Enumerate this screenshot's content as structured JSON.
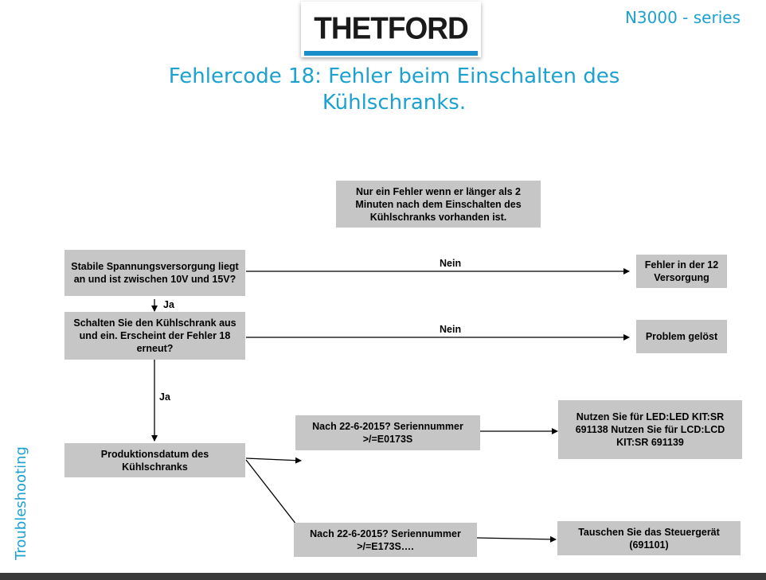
{
  "header": {
    "logo_text": "THETFORD",
    "series": "N3000 - series",
    "title_line1": "Fehlercode 18: Fehler beim Einschalten des",
    "title_line2": "Kühlschranks."
  },
  "side_label": "Troubleshooting",
  "diagram": {
    "note": "Nur ein Fehler wenn er länger als 2 Minuten nach dem Einschalten des Kühlschranks vorhanden ist.",
    "q1": "Stabile Spannungsversorgung liegt an und ist zwischen 10V und 15V?",
    "q1_no_label": "Nein",
    "q1_no_result": "Fehler in der 12 Versorgung",
    "q1_yes_label": "Ja",
    "q2": "Schalten Sie den Kühlschrank aus und ein. Erscheint der Fehler 18 erneut?",
    "q2_no_label": "Nein",
    "q2_no_result": "Problem gelöst",
    "q2_yes_label": "Ja",
    "q3": "Produktionsdatum des Kühlschranks",
    "branch_a": "Nach 22-6-2015? Seriennummer >/=E0173S",
    "branch_a_result": "Nutzen Sie für LED:LED KIT:SR 691138 Nutzen Sie für LCD:LCD KIT:SR 691139",
    "branch_b": "Nach 22-6-2015? Seriennummer >/=E173S….",
    "branch_b_result": "Tauschen Sie das Steuergerät (691101)"
  }
}
